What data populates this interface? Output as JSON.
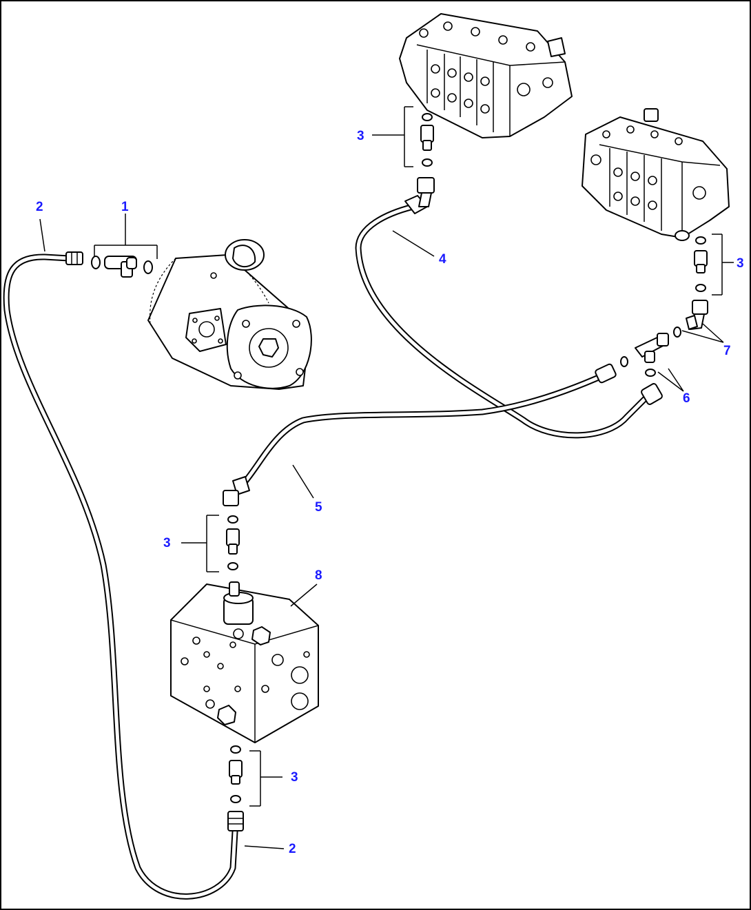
{
  "callouts": {
    "c1": "1",
    "c2_top": "2",
    "c2_bottom": "2",
    "c3_top": "3",
    "c3_right": "3",
    "c3_mid": "3",
    "c3_bottom": "3",
    "c4": "4",
    "c5": "5",
    "c6": "6",
    "c7": "7",
    "c8": "8"
  },
  "colors": {
    "callout_text": "#1a1aff",
    "line_art": "#000000",
    "background": "#ffffff"
  }
}
